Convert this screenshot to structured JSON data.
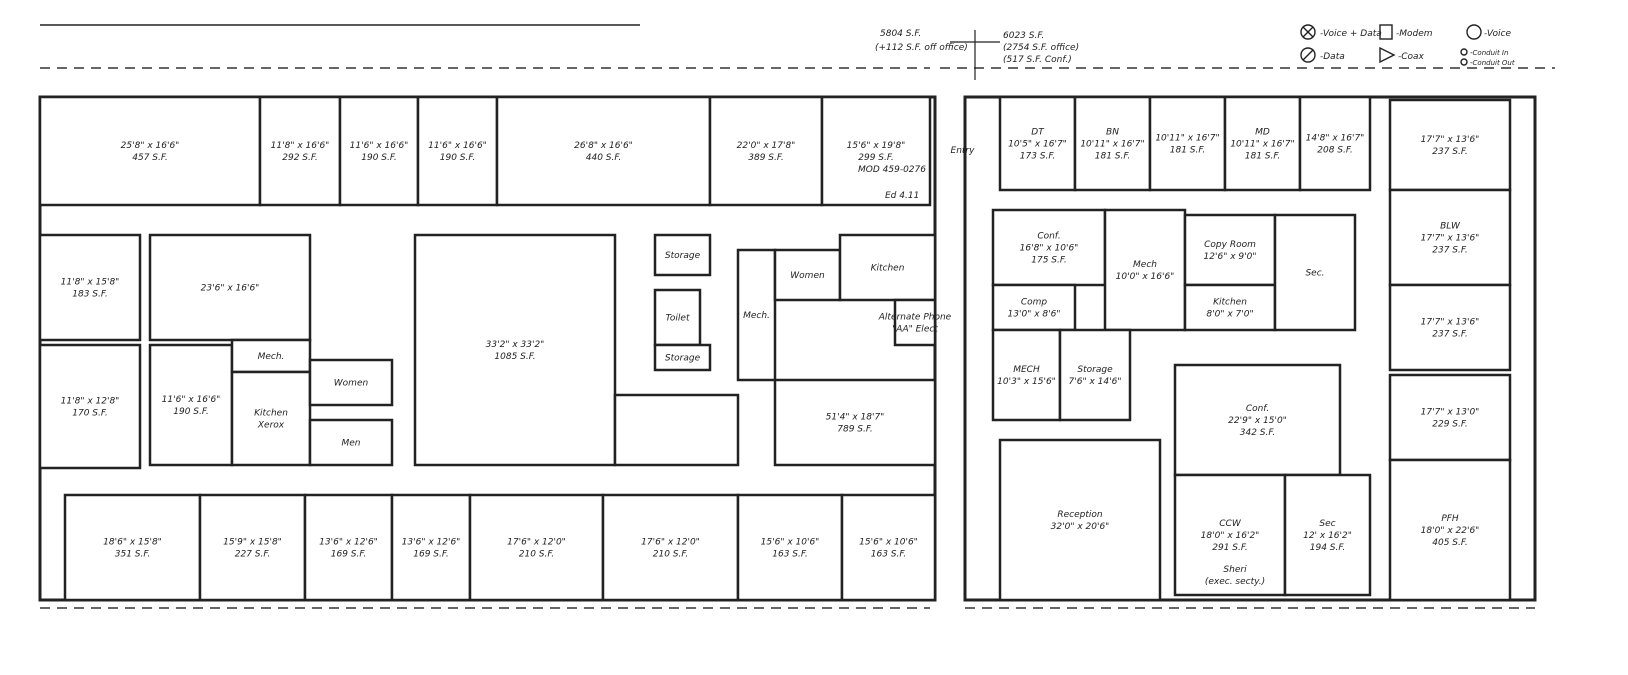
{
  "notes": {
    "left_area": "5804 S.F.",
    "left_area_sub": "(+112 S.F. off office)",
    "right_area": "6023 S.F.",
    "right_area_sub1": "(2754 S.F. office)",
    "right_area_sub2": "(517 S.F. Conf.)",
    "mod_line": "MOD 459-0276",
    "ed_line": "Ed 4.11"
  },
  "legend": {
    "voice_data": "-Voice + Data",
    "modem": "-Modem",
    "voice": "-Voice",
    "data": "-Data",
    "coax": "-Coax",
    "conduit_in": "-Conduit In",
    "conduit_out": "-Conduit Out"
  },
  "rooms": [
    {
      "name": "",
      "dim": "25'8\" x 16'6\"",
      "area": "457 S.F."
    },
    {
      "name": "",
      "dim": "11'8\" x 16'6\"",
      "area": "292 S.F."
    },
    {
      "name": "",
      "dim": "11'6\" x 16'6\"",
      "area": "190 S.F."
    },
    {
      "name": "",
      "dim": "11'6\" x 16'6\"",
      "area": "190 S.F."
    },
    {
      "name": "",
      "dim": "26'8\" x 16'6\"",
      "area": "440 S.F."
    },
    {
      "name": "",
      "dim": "22'0\" x 17'8\"",
      "area": "389 S.F."
    },
    {
      "name": "",
      "dim": "15'6\" x 19'8\"",
      "area": "299 S.F."
    },
    {
      "name": "",
      "dim": "11'8\" x 15'8\"",
      "area": "183 S.F."
    },
    {
      "name": "",
      "dim": "11'8\" x 12'8\"",
      "area": "170 S.F."
    },
    {
      "name": "",
      "dim": "23'6\" x 16'6\"",
      "area": ""
    },
    {
      "name": "",
      "dim": "11'6\" x 16'6\"",
      "area": "190 S.F."
    },
    {
      "name": "Mech.",
      "dim": "",
      "area": ""
    },
    {
      "name": "Kitchen",
      "dim": "Xerox",
      "area": ""
    },
    {
      "name": "Women",
      "dim": "",
      "area": ""
    },
    {
      "name": "Men",
      "dim": "",
      "area": ""
    },
    {
      "name": "",
      "dim": "33'2\" x 33'2\"",
      "area": "1085 S.F."
    },
    {
      "name": "",
      "dim": "",
      "area": ""
    },
    {
      "name": "Storage",
      "dim": "",
      "area": ""
    },
    {
      "name": "Toilet",
      "dim": "",
      "area": ""
    },
    {
      "name": "Storage",
      "dim": "",
      "area": ""
    },
    {
      "name": "Mech.",
      "dim": "",
      "area": ""
    },
    {
      "name": "Women",
      "dim": "",
      "area": ""
    },
    {
      "name": "Kitchen",
      "dim": "",
      "area": ""
    },
    {
      "name": "Alternate Phone",
      "dim": "\"AA\" Elect",
      "area": ""
    },
    {
      "name": "",
      "dim": "51'4\" x 18'7\"",
      "area": "789 S.F."
    },
    {
      "name": "",
      "dim": "18'6\" x 15'8\"",
      "area": "351 S.F."
    },
    {
      "name": "",
      "dim": "15'9\" x 15'8\"",
      "area": "227 S.F."
    },
    {
      "name": "",
      "dim": "13'6\" x 12'6\"",
      "area": "169 S.F."
    },
    {
      "name": "",
      "dim": "13'6\" x 12'6\"",
      "area": "169 S.F."
    },
    {
      "name": "",
      "dim": "17'6\" x 12'0\"",
      "area": "210 S.F."
    },
    {
      "name": "",
      "dim": "17'6\" x 12'0\"",
      "area": "210 S.F."
    },
    {
      "name": "",
      "dim": "15'6\" x 10'6\"",
      "area": "163 S.F."
    },
    {
      "name": "",
      "dim": "15'6\" x 10'6\"",
      "area": "163 S.F."
    },
    {
      "name": "DT",
      "dim": "10'5\" x 16'7\"",
      "area": "173 S.F."
    },
    {
      "name": "BN",
      "dim": "10'11\" x 16'7\"",
      "area": "181 S.F."
    },
    {
      "name": "",
      "dim": "10'11\" x 16'7\"",
      "area": "181 S.F."
    },
    {
      "name": "MD",
      "dim": "10'11\" x 16'7\"",
      "area": "181 S.F."
    },
    {
      "name": "",
      "dim": "14'8\" x 16'7\"",
      "area": "208 S.F."
    },
    {
      "name": "",
      "dim": "17'7\" x 13'6\"",
      "area": "237 S.F."
    },
    {
      "name": "BLW",
      "dim": "17'7\" x 13'6\"",
      "area": "237 S.F."
    },
    {
      "name": "",
      "dim": "17'7\" x 13'6\"",
      "area": "237 S.F."
    },
    {
      "name": "",
      "dim": "17'7\" x 13'0\"",
      "area": "229 S.F."
    },
    {
      "name": "PFH",
      "dim": "18'0\" x 22'6\"",
      "area": "405 S.F."
    },
    {
      "name": "Conf.",
      "dim": "16'8\" x 10'6\"",
      "area": "175 S.F."
    },
    {
      "name": "Mech",
      "dim": "10'0\" x 16'6\"",
      "area": ""
    },
    {
      "name": "Copy Room",
      "dim": "12'6\" x 9'0\"",
      "area": ""
    },
    {
      "name": "Kitchen",
      "dim": "8'0\" x 7'0\"",
      "area": ""
    },
    {
      "name": "Sec.",
      "dim": "",
      "area": ""
    },
    {
      "name": "Comp",
      "dim": "13'0\" x 8'6\"",
      "area": ""
    },
    {
      "name": "MECH",
      "dim": "10'3\" x 15'6\"",
      "area": ""
    },
    {
      "name": "Storage",
      "dim": "7'6\" x 14'6\"",
      "area": ""
    },
    {
      "name": "Conf.",
      "dim": "22'9\" x 15'0\"",
      "area": "342 S.F."
    },
    {
      "name": "Reception",
      "dim": "32'0\" x 20'6\"",
      "area": ""
    },
    {
      "name": "CCW",
      "dim": "18'0\" x 16'2\"",
      "area": "291 S.F."
    },
    {
      "name": "Sec",
      "dim": "12' x 16'2\"",
      "area": "194 S.F."
    },
    {
      "name": "Entry",
      "dim": "",
      "area": ""
    },
    {
      "name": "Sheri",
      "dim": "(exec. secty.)",
      "area": ""
    }
  ]
}
